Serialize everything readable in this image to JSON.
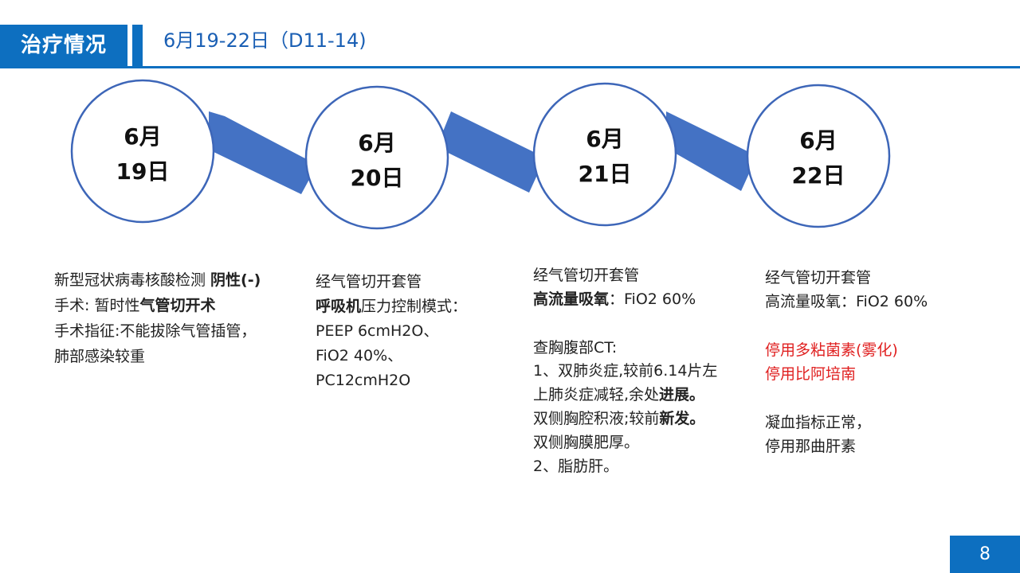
{
  "header": {
    "section_title": "治疗情况",
    "subtitle": "6月19-22日（D11-14)"
  },
  "colors": {
    "brand_blue": "#0d6fc0",
    "connector_blue": "#4472c4",
    "circle_border": "#3d66b8",
    "alert_red": "#e02020"
  },
  "timeline": [
    {
      "month": "6月",
      "day": "19日",
      "lines": [
        [
          {
            "t": "新型冠状病毒核酸检测 "
          },
          {
            "t": "阴性(-)",
            "b": true
          }
        ],
        [
          {
            "t": "手术: 暂时性"
          },
          {
            "t": "气管切开术",
            "b": true
          }
        ],
        [
          {
            "t": "手术指征:不能拔除气管插管，"
          }
        ],
        [
          {
            "t": "肺部感染较重"
          }
        ]
      ]
    },
    {
      "month": "6月",
      "day": "20日",
      "lines": [
        [
          {
            "t": "经气管切开套管"
          }
        ],
        [
          {
            "t": "呼吸机",
            "b": true
          },
          {
            "t": "压力控制模式："
          }
        ],
        [
          {
            "t": "PEEP 6cmH2O、"
          }
        ],
        [
          {
            "t": "FiO2 40%、"
          }
        ],
        [
          {
            "t": "PC12cmH2O"
          }
        ]
      ]
    },
    {
      "month": "6月",
      "day": "21日",
      "lines": [
        [
          {
            "t": "经气管切开套管"
          }
        ],
        [
          {
            "t": "高流量吸氧",
            "b": true
          },
          {
            "t": "：FiO2 60%"
          }
        ],
        [],
        [
          {
            "t": "查胸腹部CT:"
          }
        ],
        [
          {
            "t": "1、双肺炎症,较前6.14片左"
          }
        ],
        [
          {
            "t": "上肺炎症减轻,余处"
          },
          {
            "t": "进展。",
            "b": true
          }
        ],
        [
          {
            "t": "双侧胸腔积液;较前"
          },
          {
            "t": "新发。",
            "b": true
          }
        ],
        [
          {
            "t": "双侧胸膜肥厚。"
          }
        ],
        [
          {
            "t": "2、脂肪肝。"
          }
        ]
      ]
    },
    {
      "month": "6月",
      "day": "22日",
      "lines": [
        [
          {
            "t": "经气管切开套管"
          }
        ],
        [
          {
            "t": "高流量吸氧：FiO2 60%"
          }
        ],
        [],
        [
          {
            "t": "停用多粘菌素(雾化)",
            "r": true
          }
        ],
        [
          {
            "t": "停用比阿培南",
            "r": true
          }
        ],
        [],
        [
          {
            "t": "凝血指标正常，"
          }
        ],
        [
          {
            "t": "停用那曲肝素"
          }
        ]
      ]
    }
  ],
  "page_number": "8"
}
